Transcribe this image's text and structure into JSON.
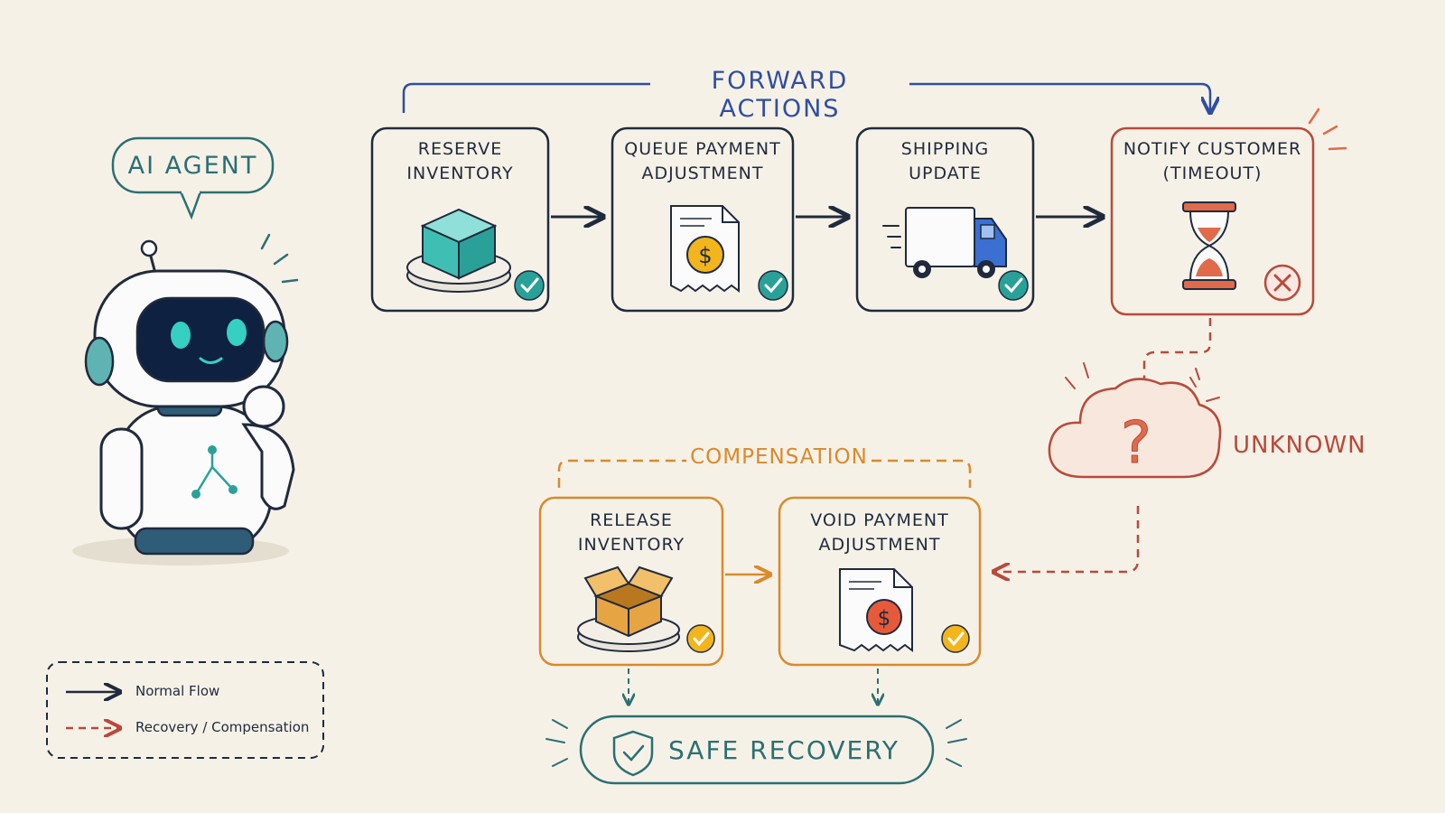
{
  "agent": {
    "bubble_label": "AI AGENT"
  },
  "forward": {
    "header": "FORWARD ACTIONS",
    "steps": [
      {
        "title": "RESERVE\nINVENTORY",
        "status": "success",
        "icon": "cube-icon"
      },
      {
        "title": "QUEUE PAYMENT\nADJUSTMENT",
        "status": "success",
        "icon": "receipt-dollar-icon"
      },
      {
        "title": "SHIPPING\nUPDATE",
        "status": "success",
        "icon": "truck-icon"
      },
      {
        "title": "NOTIFY CUSTOMER\n(TIMEOUT)",
        "status": "failed",
        "icon": "hourglass-icon"
      }
    ]
  },
  "unknown": {
    "label": "UNKNOWN",
    "icon": "question-cloud-icon"
  },
  "compensation": {
    "header": "COMPENSATION",
    "steps": [
      {
        "title": "RELEASE\nINVENTORY",
        "status": "success",
        "icon": "open-box-icon"
      },
      {
        "title": "VOID PAYMENT\nADJUSTMENT",
        "status": "success",
        "icon": "receipt-dollar-icon"
      }
    ]
  },
  "outcome": {
    "label": "SAFE RECOVERY",
    "icon": "shield-check-icon"
  },
  "legend": {
    "normal": "Normal Flow",
    "recovery": "Recovery / Compensation"
  },
  "colors": {
    "background": "#f6f1e7",
    "ink": "#1f2a3d",
    "forward_blue": "#2f4ea0",
    "success_teal": "#2aa198",
    "failure_red": "#b84a3a",
    "compensation_orange": "#d98a2b",
    "recovery_teal": "#2b6f73"
  }
}
